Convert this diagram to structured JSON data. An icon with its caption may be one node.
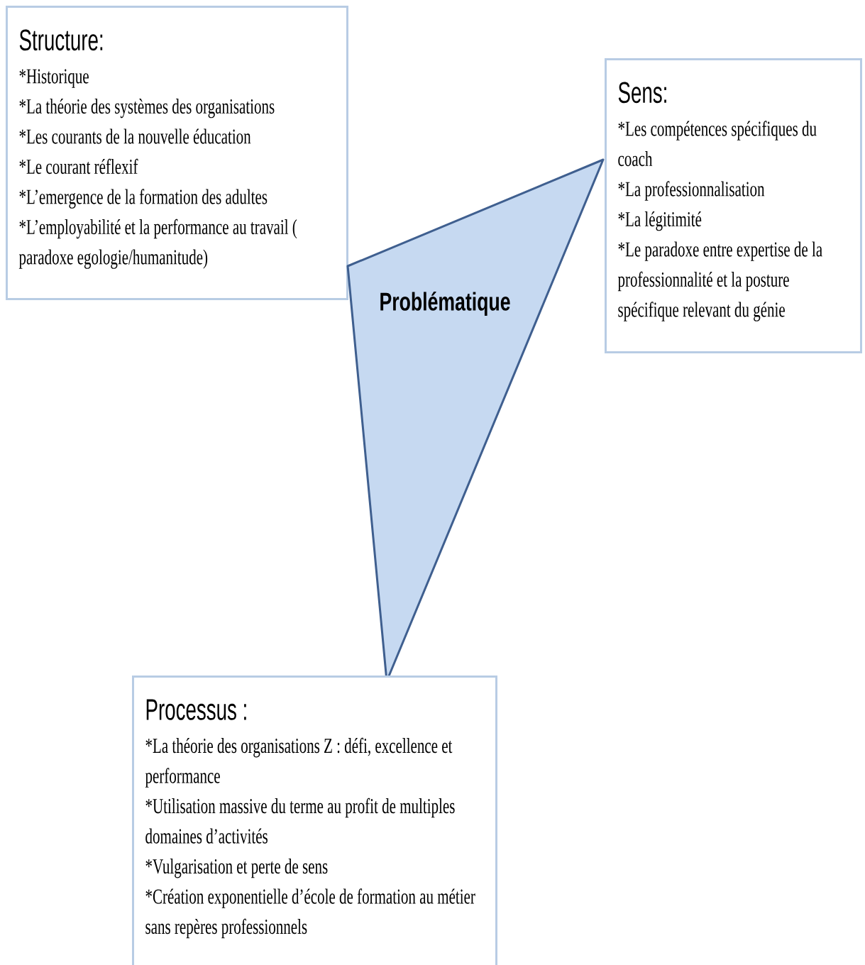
{
  "diagram": {
    "nodes": [
      {
        "text": [
          "Structure:",
          "*Historique",
          "*La théorie des systèmes des organisations",
          "*Les courants de la nouvelle éducation",
          "*Le courant réflexif",
          "*L’emergence de la formation des adultes",
          "*L’employabilité et la performance au travail ( paradoxe egologie/humanitude)"
        ]
      },
      {
        "text": [
          "Sens:",
          "*Les compétences spécifiques du coach",
          "*La professionnalisation",
          "*La légitimité",
          "*Le paradoxe entre expertise de la professionnalité et la posture spécifique relevant du génie"
        ]
      },
      {
        "text": [
          "Problématique"
        ]
      },
      {
        "text": [
          "Processus :",
          "*La théorie des organisations Z : défi, excellence et performance",
          "*Utilisation massive du terme au profit de multiples domaines d’activités",
          "*Vulgarisation et perte de sens",
          "*Création exponentielle d’école de formation au métier sans repères professionnels"
        ]
      }
    ]
  }
}
